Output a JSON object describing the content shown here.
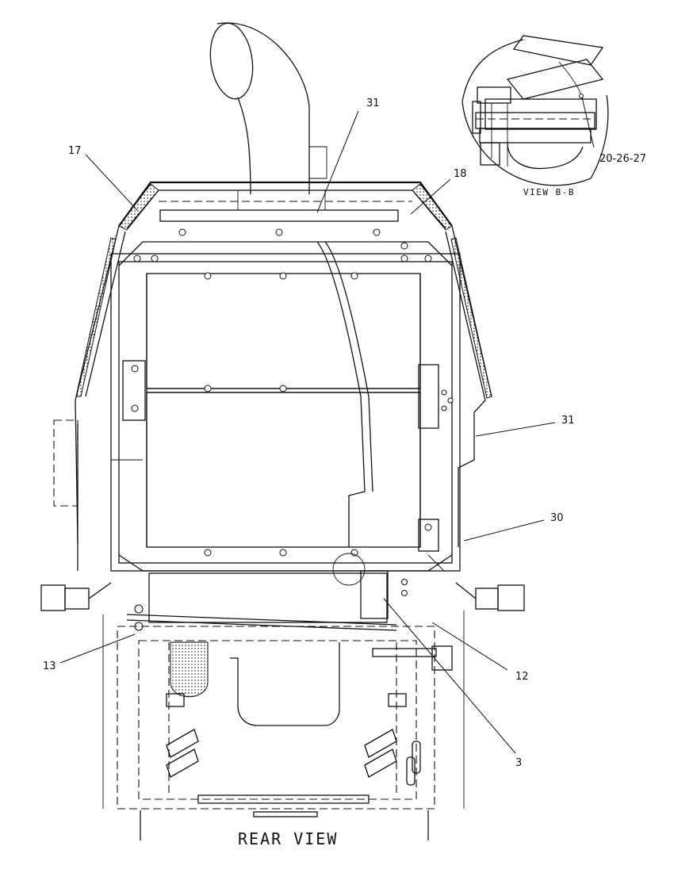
{
  "view_title": "REAR VIEW",
  "detail_title": "VIEW B-B",
  "callouts": {
    "c17": "17",
    "c31_top": "31",
    "c18": "18",
    "c20_26_27": "20-26-27",
    "c31_right": "31",
    "c30": "30",
    "c13": "13",
    "c12": "12",
    "c3": "3"
  }
}
